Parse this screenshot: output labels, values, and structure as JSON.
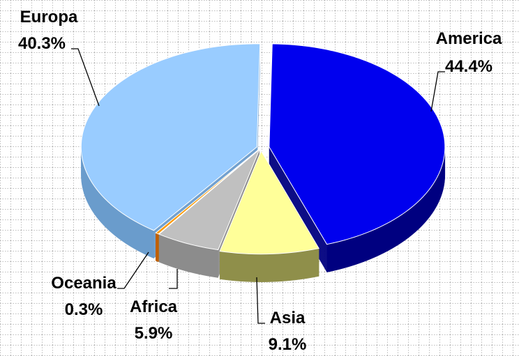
{
  "chart_data": {
    "type": "pie",
    "style": "3d-exploded",
    "grid": true,
    "slices": [
      {
        "name": "America",
        "value": 44.4,
        "label": "44.4%",
        "color": "#0000ee",
        "side_color": "#000080"
      },
      {
        "name": "Asia",
        "value": 9.1,
        "label": "9.1%",
        "color": "#ffff99",
        "side_color": "#8f8f4a"
      },
      {
        "name": "Africa",
        "value": 5.9,
        "label": "5.9%",
        "color": "#c0c0c0",
        "side_color": "#8c8c8c"
      },
      {
        "name": "Oceania",
        "value": 0.3,
        "label": "0.3%",
        "color": "#ff9900",
        "side_color": "#c06000"
      },
      {
        "name": "Europa",
        "value": 40.3,
        "label": "40.3%",
        "color": "#99ccff",
        "side_color": "#6a9ccc"
      }
    ]
  }
}
